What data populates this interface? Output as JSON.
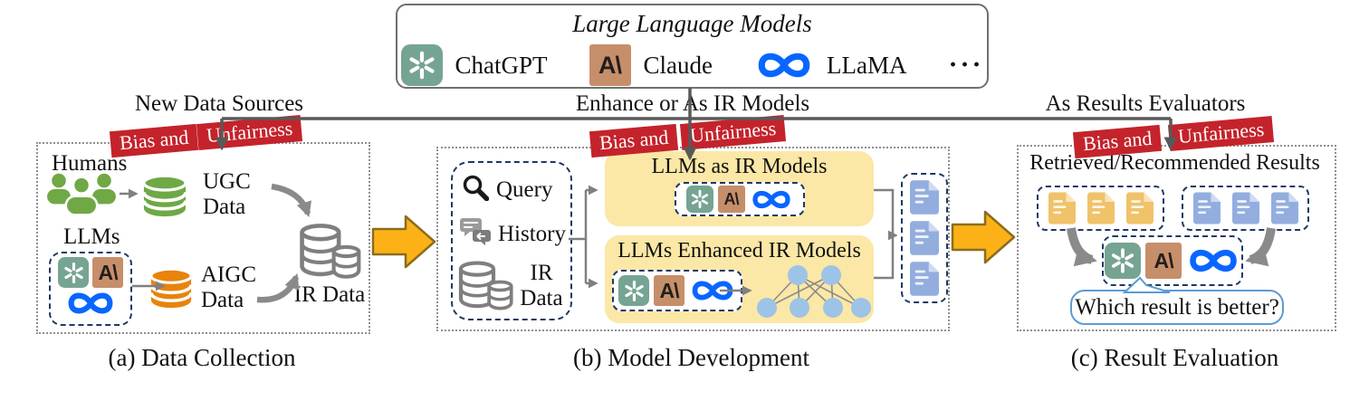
{
  "llm_panel": {
    "title": "Large Language Models",
    "models": [
      "ChatGPT",
      "Claude",
      "LLaMA"
    ],
    "ellipsis": "···"
  },
  "icons": {
    "claude_glyph": "A\\"
  },
  "flow_labels": {
    "left": "New Data Sources",
    "middle": "Enhance or As IR Models",
    "right": "As Results Evaluators"
  },
  "banner": {
    "part1": "Bias and",
    "part2": "Unfairness"
  },
  "section_a": {
    "caption": "(a) Data Collection",
    "humans_label": "Humans",
    "llms_label": "LLMs",
    "ugc_line1": "UGC",
    "ugc_line2": "Data",
    "aigc_line1": "AIGC",
    "aigc_line2": "Data",
    "ir_data_label": "IR Data"
  },
  "section_b": {
    "caption": "(b) Model Development",
    "query_label": "Query",
    "history_label": "History",
    "ir_line1": "IR",
    "ir_line2": "Data",
    "box1_title": "LLMs as IR Models",
    "box2_title": "LLMs Enhanced IR Models"
  },
  "section_c": {
    "caption": "(c) Result Evaluation",
    "heading": "Retrieved/Recommended Results",
    "question": "Which result is better?"
  },
  "colors": {
    "banner_red": "#C4232B",
    "yellow_box": "#FBE7A6",
    "navy_dash": "#1F3864",
    "human_green": "#6FA845",
    "aigc_orange": "#E8830C",
    "doc_blue": "#93AEDE",
    "doc_orange": "#F0C269",
    "node_blue": "#9DC3E6",
    "meta_blue": "#0866FF",
    "chatgpt_teal": "#76A493",
    "claude_tan": "#C78E6A",
    "flow_arrow_yellow": "#FCB216",
    "connector_gray": "#595959"
  }
}
